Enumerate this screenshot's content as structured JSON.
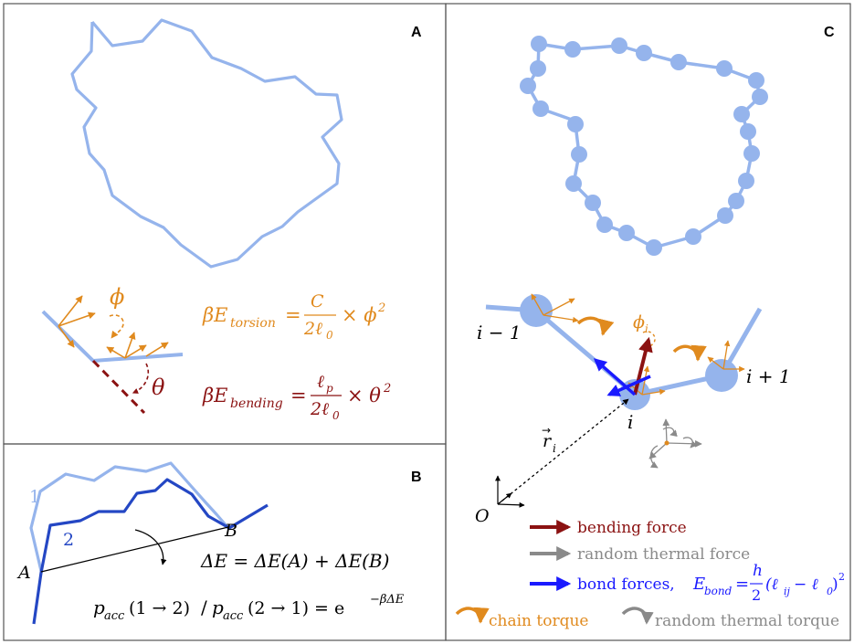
{
  "panels": {
    "A": {
      "label": "A",
      "phi_label": "ϕ",
      "theta_label": "θ",
      "torsion_eq": "βE_torsion = C / 2ℓ₀ × ϕ²",
      "torsion_lhs": "βE",
      "torsion_sub": "torsion",
      "torsion_num": "C",
      "torsion_den": "2ℓ",
      "torsion_den_sub": "0",
      "torsion_times": "× ϕ",
      "torsion_exp": "2",
      "bending_eq": "βE_bending = ℓp / 2ℓ₀ × θ²",
      "bending_lhs": "βE",
      "bending_sub": "bending",
      "bending_num": "ℓ",
      "bending_num_sub": "p",
      "bending_den": "2ℓ",
      "bending_den_sub": "0",
      "bending_times": "× θ",
      "bending_exp": "2"
    },
    "B": {
      "label": "B",
      "chain1_label": "1",
      "chain2_label": "2",
      "point_a": "A",
      "point_b": "B",
      "delta_eq": "ΔE = ΔE(A) + ΔE(B)",
      "acc_eq_left": "p",
      "acc_sub": "acc",
      "acc_arg1": "(1 → 2)",
      "acc_slash": "/",
      "acc_arg2": "(2 → 1) = e",
      "acc_exp": "−βΔE"
    },
    "C": {
      "label": "C",
      "bead_prev": "i − 1",
      "bead_cur": "i",
      "bead_next": "i + 1",
      "phi_i": "ϕ",
      "phi_i_sub": "i",
      "r_i": "r",
      "r_i_sub": "i",
      "origin": "O",
      "legend": {
        "bending_force": "bending force",
        "random_thermal_force": "random thermal force",
        "bond_forces": "bond forces, ",
        "bond_eq_lhs": "E",
        "bond_eq_sub": "bond",
        "bond_eq_eq": "=",
        "bond_eq_num": "h",
        "bond_eq_den": "2",
        "bond_eq_rest": "(ℓ",
        "bond_eq_ij": "ij",
        "bond_eq_minus": " − ℓ",
        "bond_eq_0": "0",
        "bond_eq_close": ")",
        "bond_eq_sq": "2",
        "chain_torque": "chain torque",
        "random_thermal_torque": "random thermal torque"
      }
    }
  },
  "colors": {
    "chain_light": "#95b4ec",
    "chain_dark": "#2447c4",
    "orange": "#e08a1e",
    "dark_red": "#8b1212",
    "gray": "#8a8a8a",
    "bond_blue": "#1a1aff"
  }
}
